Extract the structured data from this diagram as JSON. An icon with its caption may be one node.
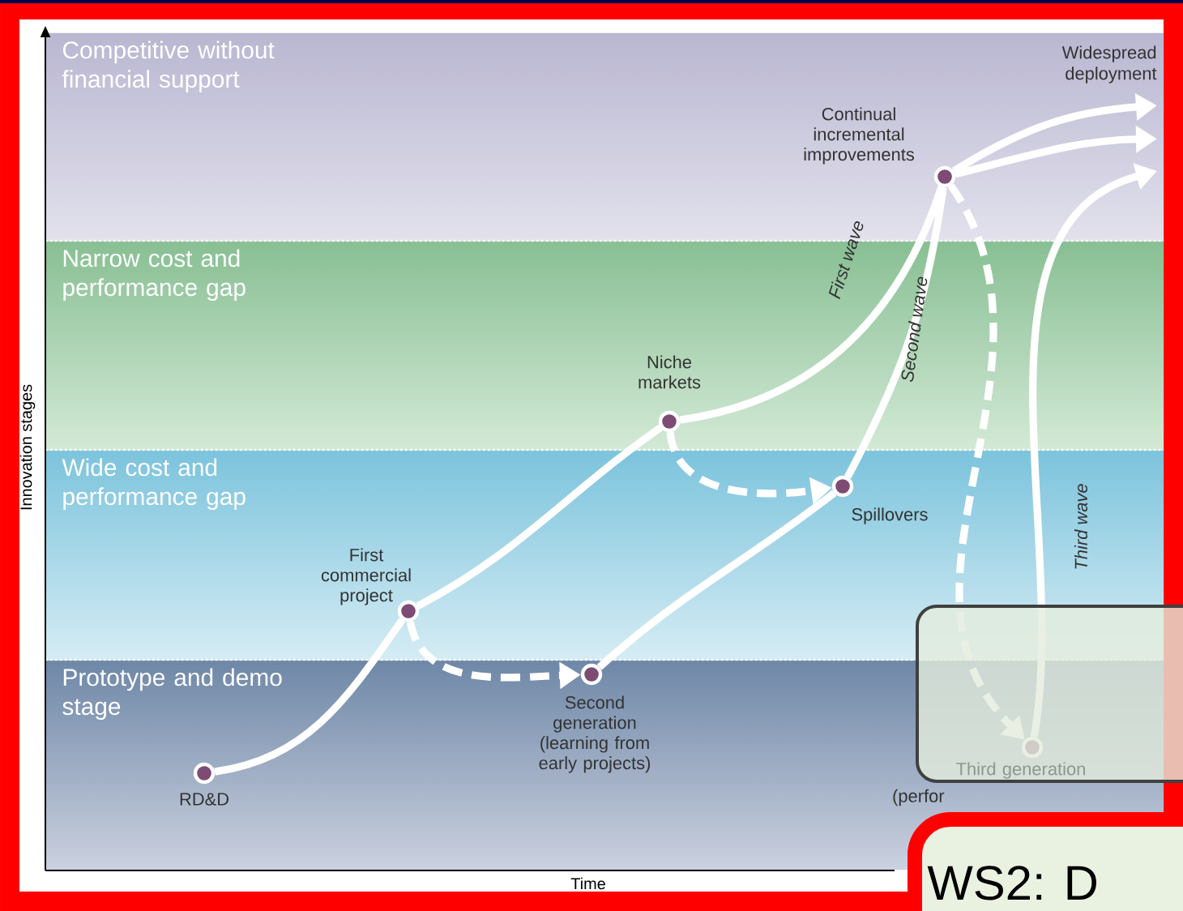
{
  "diagram": {
    "nodes": [
      {
        "text": [
          "Competitive without financial support"
        ]
      },
      {
        "text": [
          "Narrow cost and performance gap"
        ]
      },
      {
        "text": [
          "Wide cost and performance gap"
        ]
      },
      {
        "text": [
          "Prototype and demo stage"
        ]
      },
      {
        "text": [
          "RD&D"
        ]
      },
      {
        "text": [
          "First commercial project"
        ]
      },
      {
        "text": [
          "Second generation (learning from early projects)"
        ]
      },
      {
        "text": [
          "Niche markets"
        ]
      },
      {
        "text": [
          "Spillovers"
        ]
      },
      {
        "text": [
          "Continual incremental improvements"
        ]
      },
      {
        "text": [
          "Third generation",
          "(perfor"
        ]
      },
      {
        "text": [
          "WS2: D"
        ]
      },
      {
        "text": [
          "Widespread deployment"
        ]
      }
    ],
    "edges": [
      {
        "from": 4,
        "to": 5,
        "arrow": "none"
      },
      {
        "from": 5,
        "to": 7,
        "arrow": "none"
      },
      {
        "from": 7,
        "to": 9,
        "arrow": "none",
        "label": "First wave"
      },
      {
        "from": 9,
        "to": 12,
        "arrow": "to"
      },
      {
        "from": 5,
        "to": 6,
        "arrow": "to",
        "style": "dashed"
      },
      {
        "from": 6,
        "to": 8,
        "arrow": "none"
      },
      {
        "from": 7,
        "to": 8,
        "arrow": "to",
        "style": "dashed"
      },
      {
        "from": 8,
        "to": 9,
        "arrow": "none",
        "label": "Second wave"
      },
      {
        "from": 9,
        "to": 12,
        "arrow": "to"
      },
      {
        "from": 9,
        "to": 10,
        "arrow": "to",
        "style": "dashed"
      },
      {
        "from": 10,
        "to": 12,
        "arrow": "to",
        "label": "Third wave"
      }
    ],
    "labels": [
      "Innovation stages",
      "Time"
    ]
  }
}
